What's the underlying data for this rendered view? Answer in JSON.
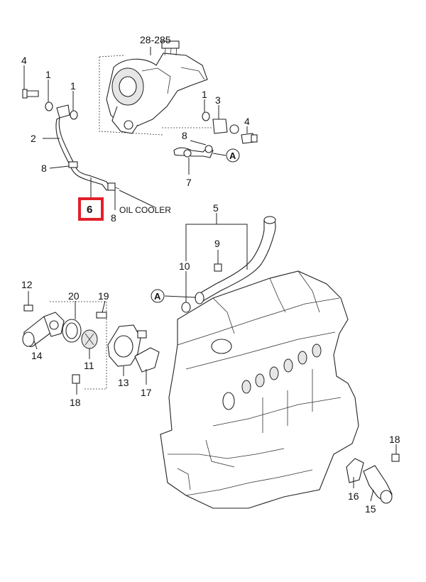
{
  "highlight": {
    "label": "6",
    "color": "#e0202a"
  },
  "labels": {
    "oil_cooler": "OIL COOLER"
  },
  "references": [
    {
      "letter": "A"
    },
    {
      "letter": "A"
    }
  ],
  "callouts": [
    {
      "label": "28-285"
    },
    {
      "label": "4"
    },
    {
      "label": "1"
    },
    {
      "label": "1"
    },
    {
      "label": "2"
    },
    {
      "label": "8"
    },
    {
      "label": "8"
    },
    {
      "label": "1"
    },
    {
      "label": "3"
    },
    {
      "label": "4"
    },
    {
      "label": "8"
    },
    {
      "label": "7"
    },
    {
      "label": "5"
    },
    {
      "label": "9"
    },
    {
      "label": "10"
    },
    {
      "label": "12"
    },
    {
      "label": "20"
    },
    {
      "label": "19"
    },
    {
      "label": "14"
    },
    {
      "label": "11"
    },
    {
      "label": "13"
    },
    {
      "label": "17"
    },
    {
      "label": "18"
    },
    {
      "label": "18"
    },
    {
      "label": "16"
    },
    {
      "label": "15"
    }
  ]
}
